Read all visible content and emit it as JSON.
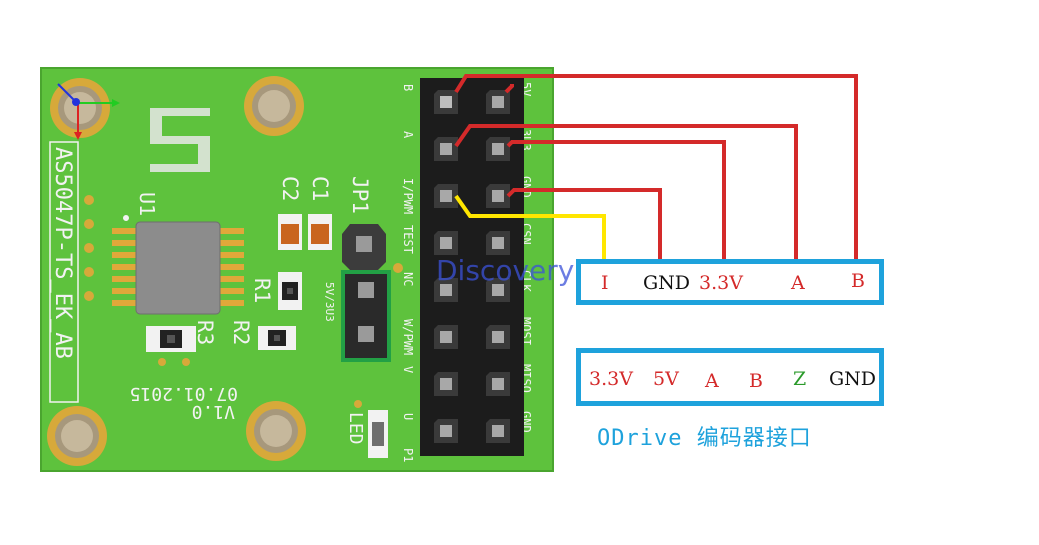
{
  "board": {
    "name": "AS5047P-TS_EK_AB",
    "date": "07.01.2015",
    "version": "V1.0",
    "refs": {
      "u1": "U1",
      "c1": "C1",
      "c2": "C2",
      "jp1": "JP1",
      "r1": "R1",
      "r2": "R2",
      "r3": "R3",
      "led": "LED",
      "jumper": "5V/3U3"
    },
    "pins_left": [
      "B",
      "A",
      "I/PWM",
      "TEST",
      "NC",
      "W/PWM",
      "V",
      "U"
    ],
    "pins_right": [
      "5V",
      "3U3",
      "GND",
      "CSN",
      "CLK",
      "MOSI",
      "MISO",
      "GND"
    ],
    "p1": "P1"
  },
  "watermark": "Discovery",
  "connector_top": {
    "labels": [
      {
        "text": "I",
        "color": "#d42a2a"
      },
      {
        "text": "GND",
        "color": "#111111"
      },
      {
        "text": "3.3V",
        "color": "#d42a2a"
      },
      {
        "text": "A",
        "color": "#d42a2a"
      },
      {
        "text": "B",
        "color": "#d42a2a"
      }
    ]
  },
  "connector_bottom": {
    "labels": [
      {
        "text": "3.3V",
        "color": "#d42a2a"
      },
      {
        "text": "5V",
        "color": "#d42a2a"
      },
      {
        "text": "A",
        "color": "#d42a2a"
      },
      {
        "text": "B",
        "color": "#d42a2a"
      },
      {
        "text": "Z",
        "color": "#2a9a2a"
      },
      {
        "text": "GND",
        "color": "#111111"
      }
    ]
  },
  "caption": "ODrive 编码器接口",
  "colors": {
    "board": "#5ec23d",
    "accent_box": "#1ea2dc",
    "wire_red": "#d42a2a",
    "wire_yellow": "#ffe600",
    "header": "#1c1c1c"
  }
}
